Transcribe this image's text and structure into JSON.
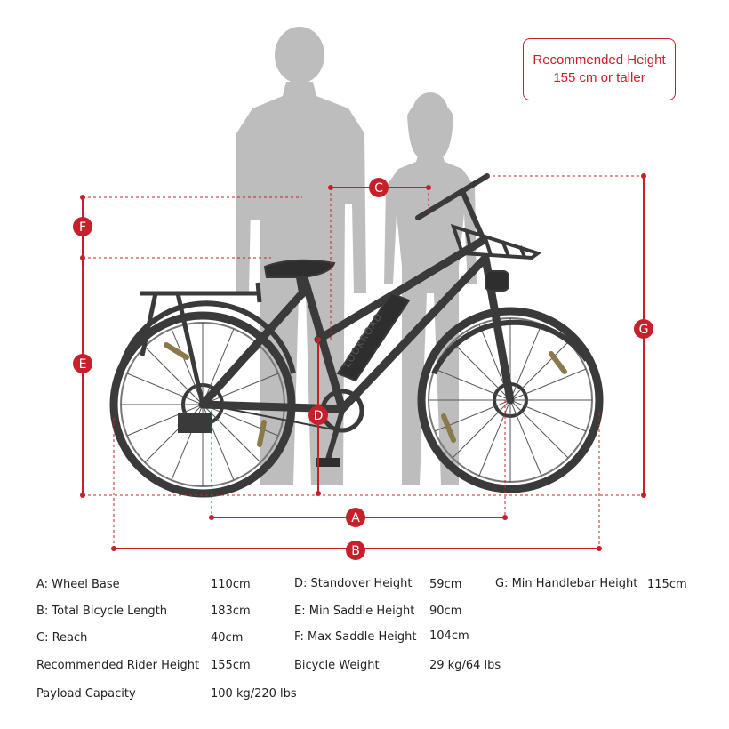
{
  "callout": {
    "line1": "Recommended Height",
    "line2": "155 cm or taller"
  },
  "dimension_markers": [
    "A",
    "B",
    "C",
    "D",
    "E",
    "F",
    "G"
  ],
  "frame_logo": "LOOKROAD",
  "specs": [
    {
      "label": "A: Wheel Base",
      "value": "110cm"
    },
    {
      "label": "B: Total Bicycle Length",
      "value": "183cm"
    },
    {
      "label": "C: Reach",
      "value": "40cm"
    },
    {
      "label": "Recommended Rider Height",
      "value": "155cm"
    },
    {
      "label": "Payload Capacity",
      "value": "100 kg/220 lbs"
    },
    {
      "label": "D: Standover Height",
      "value": "59cm"
    },
    {
      "label": "E: Min Saddle Height",
      "value": "90cm"
    },
    {
      "label": "F: Max Saddle Height",
      "value": "104cm"
    },
    {
      "label": "Bicycle Weight",
      "value": "29 kg/64 lbs"
    },
    {
      "label": "G: Min Handlebar Height",
      "value": "115cm"
    }
  ],
  "colors": {
    "accent_red": "#c8202a",
    "silhouette": "#bdbdbd",
    "bike": "#3a3a3a"
  }
}
